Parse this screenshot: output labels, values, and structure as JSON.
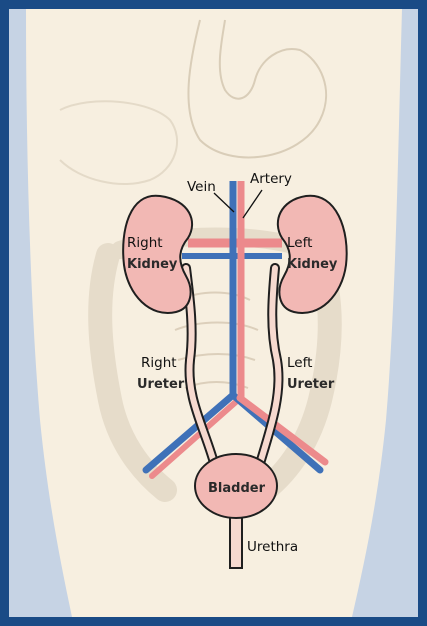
{
  "colors": {
    "border": "#1a4b86",
    "background": "#c6d3e4",
    "skin": "#f7efe0",
    "skin_outline": "#d9cdb8",
    "organ": "#f2b8b4",
    "organ_outline": "#1f1f1f",
    "vein": "#3f71b8",
    "artery": "#ec8a8c",
    "ureter": "#f6d9cf"
  },
  "labels": {
    "vein": "Vein",
    "artery": "Artery",
    "right_kidney": [
      "Right",
      "Kidney"
    ],
    "left_kidney": [
      "Left",
      "Kidney"
    ],
    "right_ureter": [
      "Right",
      "Ureter"
    ],
    "left_ureter": [
      "Left",
      "Ureter"
    ],
    "bladder": "Bladder",
    "urethra": "Urethra"
  }
}
